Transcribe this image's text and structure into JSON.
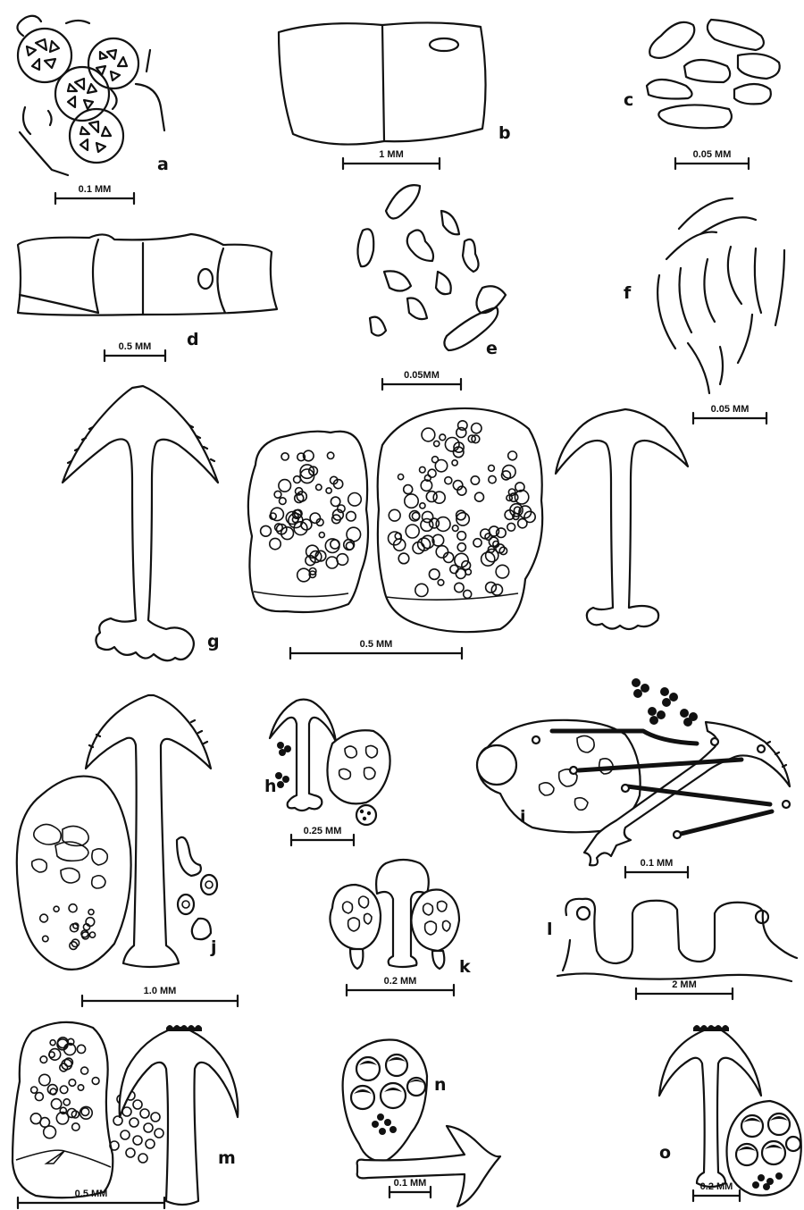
{
  "plate": {
    "figures": [
      {
        "id": "a",
        "label": "a",
        "scale": "0.1 MM"
      },
      {
        "id": "b",
        "label": "b",
        "scale": "1 MM"
      },
      {
        "id": "c",
        "label": "c",
        "scale": "0.05 MM"
      },
      {
        "id": "d",
        "label": "d",
        "scale": "0.5 MM"
      },
      {
        "id": "e",
        "label": "e",
        "scale": "0.05MM"
      },
      {
        "id": "f",
        "label": "f",
        "scale": "0.05 MM"
      },
      {
        "id": "g",
        "label": "g",
        "scale": "0.5 MM"
      },
      {
        "id": "h",
        "label": "h",
        "scale": "0.25 MM"
      },
      {
        "id": "i",
        "label": "i",
        "scale": "0.1 MM"
      },
      {
        "id": "j",
        "label": "j",
        "scale": "1.0 MM"
      },
      {
        "id": "k",
        "label": "k",
        "scale": "0.2 MM"
      },
      {
        "id": "l",
        "label": "l",
        "scale": "2 MM"
      },
      {
        "id": "m",
        "label": "m",
        "scale": "0.5 MM"
      },
      {
        "id": "n",
        "label": "n",
        "scale": "0.1 MM"
      },
      {
        "id": "o",
        "label": "o",
        "scale": "0.2 MM"
      }
    ]
  }
}
